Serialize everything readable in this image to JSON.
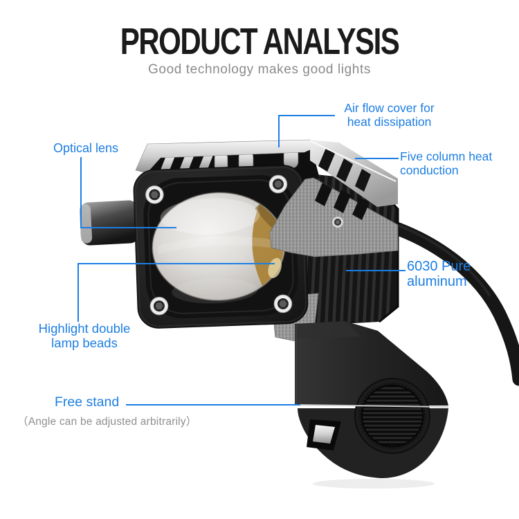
{
  "header": {
    "title": "PRODUCT ANALYSIS",
    "subtitle": "Good technology makes good lights"
  },
  "colors": {
    "accent_blue": "#1c7ee3",
    "title_black": "#1b1b1b",
    "subtitle_gray": "#8a8a8a",
    "note_gray": "#8e8e8e",
    "background": "#ffffff",
    "lens_amber": "#a87f31",
    "housing_black": "#1d1d1d",
    "metal_silver": "#cfcfcf"
  },
  "callouts": {
    "air_flow": {
      "line1": "Air flow cover for",
      "line2": "heat dissipation"
    },
    "optical_lens": {
      "label": "Optical lens"
    },
    "five_column": {
      "line1": "Five column heat",
      "line2": "conduction"
    },
    "aluminum": {
      "line1": "6030 Pure",
      "line2": "aluminum"
    },
    "lamp_beads": {
      "line1": "Highlight double",
      "line2": "lamp beads"
    },
    "free_stand": {
      "label": "Free stand",
      "note": "（Angle can be adjusted arbitrarily）"
    }
  },
  "product": {
    "alt": "Motorcycle LED driving spotlight with finned aluminum heat sink, air flow cover, power cable and handlebar clamp mount"
  }
}
